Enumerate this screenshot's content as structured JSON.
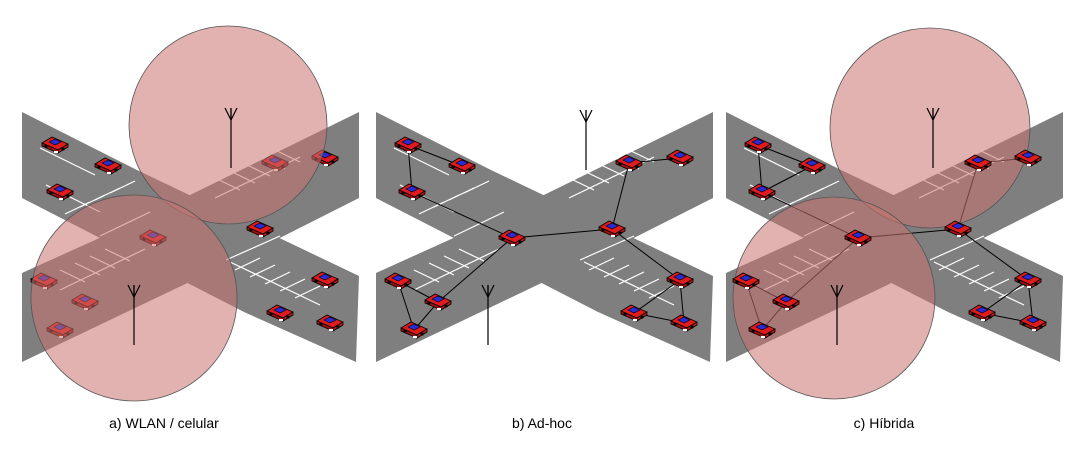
{
  "colors": {
    "road": "#7f7f7f",
    "lane_marking": "#ffffff",
    "coverage": "#c97370",
    "coverage_stroke": "#555555",
    "link": "#000000",
    "car_body": "#e01b1b",
    "car_roof": "#2b2bd6",
    "car_outline": "#000000"
  },
  "panels": [
    {
      "id": "wlan",
      "caption": "a) WLAN / celular",
      "icons": [
        "antenna-icon",
        "antenna-icon",
        "car-icon"
      ]
    },
    {
      "id": "adhoc",
      "caption": "b) Ad-hoc",
      "icons": [
        "antenna-icon",
        "car-icon"
      ]
    },
    {
      "id": "hybrid",
      "caption": "c) Híbrida",
      "icons": [
        "antenna-icon",
        "antenna-icon",
        "car-icon"
      ]
    }
  ]
}
